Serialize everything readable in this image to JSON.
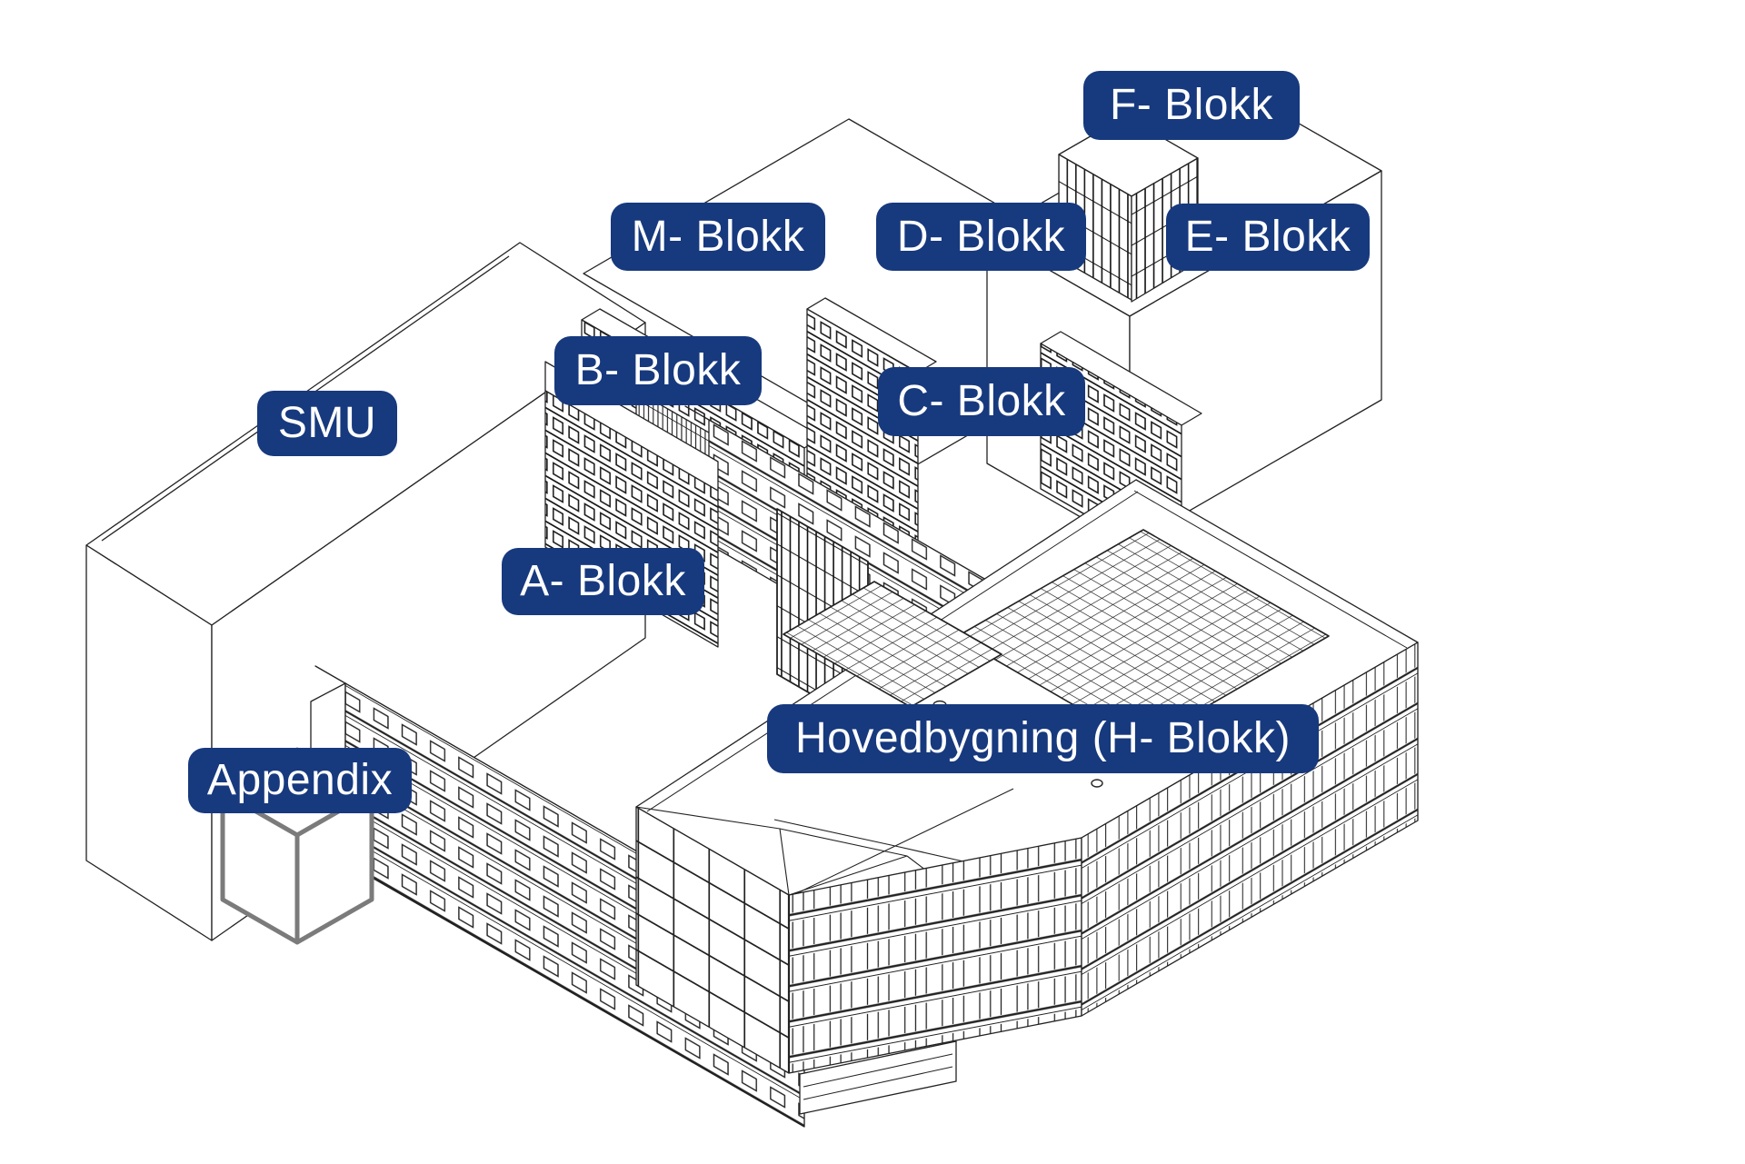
{
  "diagram": {
    "type": "axonometric-building-overview",
    "labels": [
      {
        "id": "f-blokk",
        "text": "F- Blokk"
      },
      {
        "id": "m-blokk",
        "text": "M- Blokk"
      },
      {
        "id": "d-blokk",
        "text": "D- Blokk"
      },
      {
        "id": "e-blokk",
        "text": "E- Blokk"
      },
      {
        "id": "b-blokk",
        "text": "B- Blokk"
      },
      {
        "id": "c-blokk",
        "text": "C- Blokk"
      },
      {
        "id": "smu",
        "text": "SMU"
      },
      {
        "id": "a-blokk",
        "text": "A- Blokk"
      },
      {
        "id": "h-blokk",
        "text": "Hovedbygning (H- Blokk)"
      },
      {
        "id": "appendix",
        "text": "Appendix"
      }
    ],
    "colors": {
      "label_bg": "#17397E",
      "label_text": "#FFFFFF",
      "outline": "#222222",
      "appendix_outline": "#7B7B7B"
    }
  }
}
